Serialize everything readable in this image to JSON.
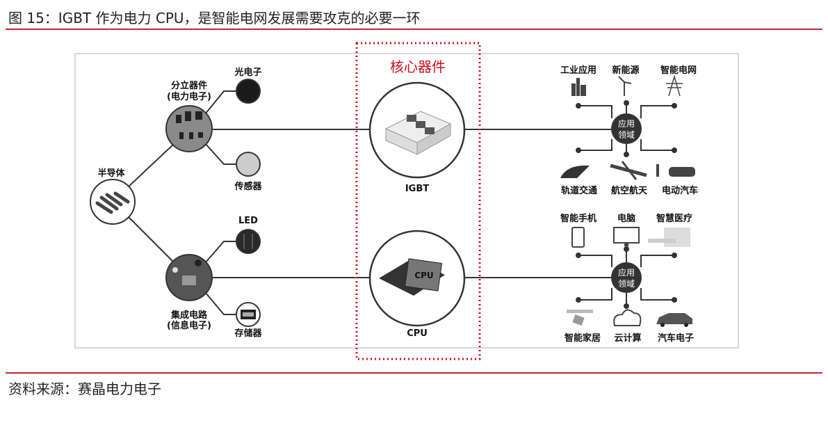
{
  "figure": {
    "title": "图 15：IGBT 作为电力 CPU，是智能电网发展需要攻克的必要一环",
    "source": "资料来源：赛晶电力电子",
    "accent_color": "#c0272d"
  },
  "diagram": {
    "core_title": "核心器件",
    "semiconductor": "半导体",
    "discrete": {
      "line1": "分立器件",
      "line2": "(电力电子)"
    },
    "ic": {
      "line1": "集成电路",
      "line2": "(信息电子)"
    },
    "optoelectronics": "光电子",
    "sensor": "传感器",
    "led": "LED",
    "memory": "存储器",
    "igbt": "IGBT",
    "cpu": "CPU",
    "cpu_chip_text": "CPU",
    "hub": {
      "line1": "应用",
      "line2": "领域"
    },
    "igbt_apps": [
      "工业应用",
      "新能源",
      "智能电网",
      "轨道交通",
      "航空航天",
      "电动汽车"
    ],
    "cpu_apps": [
      "智能手机",
      "电脑",
      "智慧医疗",
      "智能家居",
      "云计算",
      "汽车电子"
    ]
  }
}
